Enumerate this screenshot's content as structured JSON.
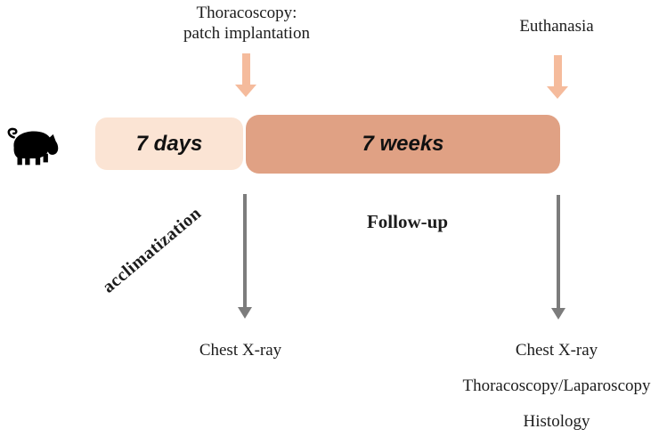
{
  "icons": {
    "subject": "pig-icon"
  },
  "colors": {
    "segment_7days_bg": "#fbe4d4",
    "segment_7weeks_bg": "#e0a184",
    "event_arrow": "#f5bb9c",
    "outcome_arrow": "#7c7c7c",
    "text": "#1c1c1c",
    "pig": "#000000"
  },
  "events": {
    "implantation": {
      "line1": "Thoracoscopy:",
      "line2": "patch implantation"
    },
    "euthanasia": {
      "label": "Euthanasia"
    }
  },
  "timeline": {
    "segments": [
      {
        "label": "7 days",
        "phase": "acclimatization"
      },
      {
        "label": "7 weeks",
        "phase": "Follow-up"
      }
    ]
  },
  "outcomes": {
    "day7": [
      "Chest X-ray"
    ],
    "week7": [
      "Chest X-ray",
      "Thoracoscopy/Laparoscopy",
      "Histology"
    ]
  }
}
